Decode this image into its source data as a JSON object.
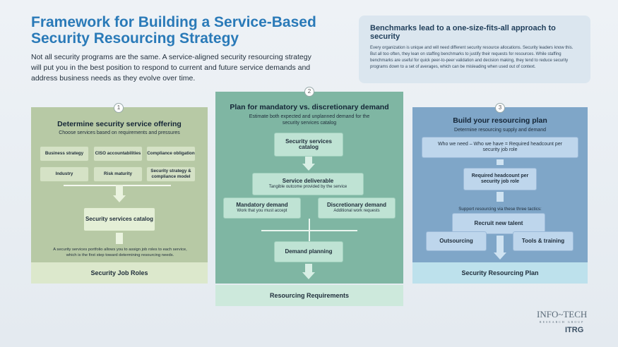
{
  "title": "Framework for Building a Service-Based Security Resourcing Strategy",
  "intro": "Not all security programs are the same. A service-aligned security resourcing strategy will put you in the best position to respond to current and future service demands and address business needs as they evolve over time.",
  "benchmark": {
    "heading": "Benchmarks lead to a one-size-fits-all approach to security",
    "text": "Every organization is unique and will need different security resource allocations. Security leaders know this. But all too often, they lean on staffing benchmarks to justify their requests for resources. While staffing benchmarks are useful for quick peer-to-peer validation and decision making, they tend to reduce security programs down to a set of averages, which can be misleading when used out of context."
  },
  "step1": {
    "num": "1",
    "title": "Determine security service offering",
    "subtitle": "Choose services based on requirements and pressures",
    "inputs": [
      "Business strategy",
      "CISO accountabilities",
      "Compliance obligation",
      "Industry",
      "Risk maturity",
      "Security strategy & compliance model"
    ],
    "catalog": "Security services catalog",
    "note": "A security services portfolio allows you to assign job roles to each service, which is the first step toward determining resourcing needs.",
    "band": "Security Job Roles"
  },
  "step2": {
    "num": "2",
    "title": "Plan for mandatory vs. discretionary demand",
    "subtitle": "Estimate both expected and unplanned demand for the security services catalog",
    "catalog": "Security services catalog",
    "deliverable": "Service deliverable",
    "deliverable_sub": "Tangible outcome provided by the service",
    "mandatory": "Mandatory demand",
    "mandatory_sub": "Work that you must accept",
    "discretionary": "Discretionary demand",
    "discretionary_sub": "Additional work requests",
    "planning": "Demand planning",
    "band": "Resourcing Requirements"
  },
  "step3": {
    "num": "3",
    "title": "Build your resourcing plan",
    "subtitle": "Determine resourcing supply and demand",
    "formula": "Who we need – Who we have = Required headcount per security job role",
    "headcount": "Required headcount per security job role",
    "tactics_label": "Support resourcing via these three tactics:",
    "recruit": "Recruit new talent",
    "outsourcing": "Outsourcing",
    "tools": "Tools & training",
    "band": "Security Resourcing Plan"
  },
  "logo": {
    "name": "INFO~TECH",
    "sub": "RESEARCH GROUP",
    "mark": "ITRG"
  }
}
